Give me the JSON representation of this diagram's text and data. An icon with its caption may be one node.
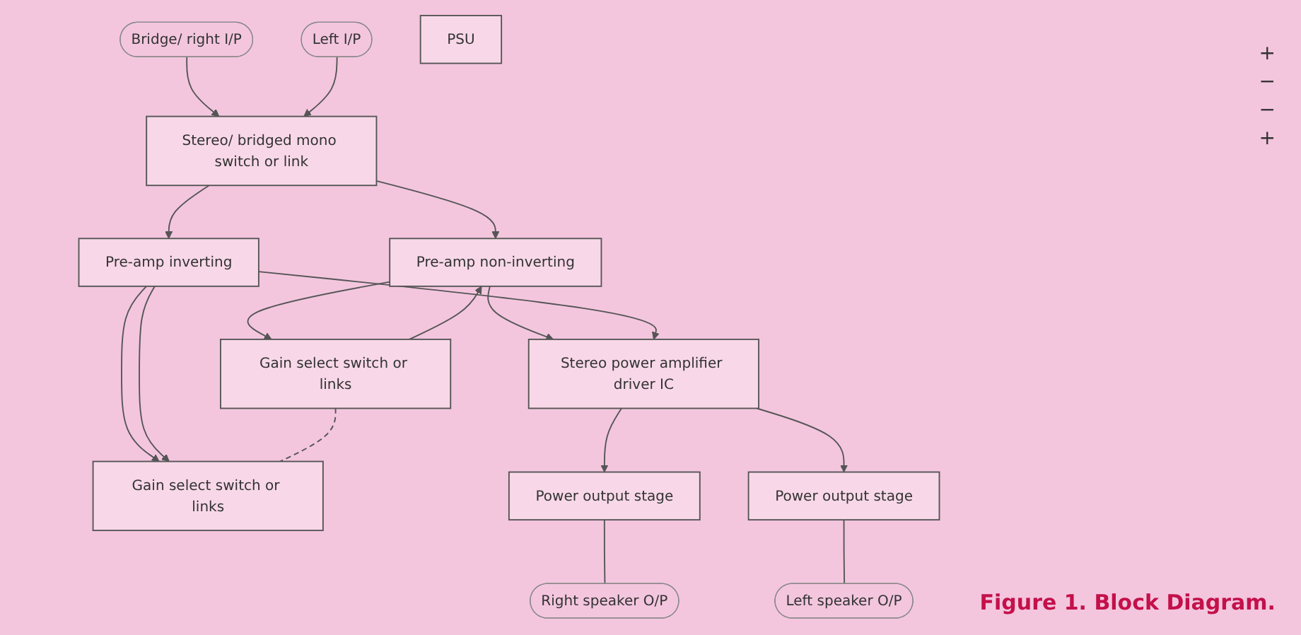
{
  "diagram": {
    "caption": "Figure 1. Block Diagram.",
    "nodes": [
      {
        "text": [
          "Bridge/ right I/P"
        ]
      },
      {
        "text": [
          "Left I/P"
        ]
      },
      {
        "text": [
          "Stereo/ bridged mono switch or link"
        ]
      },
      {
        "text": [
          "Gain select switch or links"
        ]
      },
      {
        "text": [
          "Pre-amp non-inverting"
        ]
      },
      {
        "text": [
          "Pre-amp inverting"
        ]
      },
      {
        "text": [
          "Gain select switch or links"
        ]
      },
      {
        "text": [
          "PSU"
        ]
      },
      {
        "text": [
          "Stereo power amplifier driver IC"
        ]
      },
      {
        "text": [
          "Power output stage"
        ]
      },
      {
        "text": [
          "Power output stage"
        ]
      },
      {
        "text": [
          "Right speaker O/P"
        ]
      },
      {
        "text": [
          "Left speaker O/P"
        ]
      }
    ],
    "edges": [
      {
        "from": 0,
        "to": 2,
        "arrow": "to"
      },
      {
        "from": 1,
        "to": 2,
        "arrow": "to"
      },
      {
        "from": 2,
        "to": 4,
        "arrow": "to"
      },
      {
        "from": 2,
        "to": 5,
        "arrow": "to"
      },
      {
        "from": 3,
        "to": 4,
        "arrow": "to"
      },
      {
        "from": 4,
        "to": 3,
        "arrow": "to"
      },
      {
        "from": 5,
        "to": 6,
        "arrow": "to"
      },
      {
        "from": 5,
        "to": 6,
        "arrow": "to"
      },
      {
        "from": 3,
        "to": 6,
        "arrow": "none",
        "style": "dashed"
      },
      {
        "from": 4,
        "to": 8,
        "arrow": "to"
      },
      {
        "from": 5,
        "to": 8,
        "arrow": "to"
      },
      {
        "from": 8,
        "to": 9,
        "arrow": "to"
      },
      {
        "from": 8,
        "to": 10,
        "arrow": "to"
      },
      {
        "from": 9,
        "to": 11,
        "arrow": "none"
      },
      {
        "from": 10,
        "to": 12,
        "arrow": "none"
      }
    ],
    "labels": [
      "+",
      "−",
      "−",
      "+"
    ]
  }
}
